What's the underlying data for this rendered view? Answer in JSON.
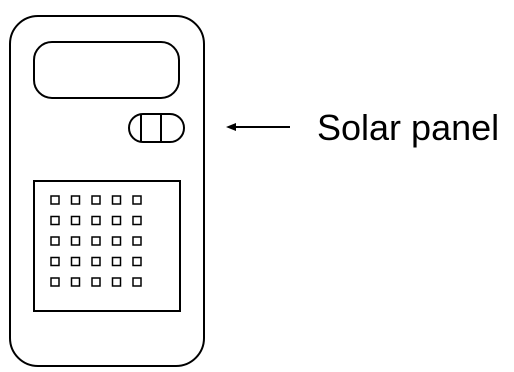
{
  "diagram": {
    "subject": "calculator",
    "callout": {
      "label": "Solar panel",
      "target": "solar-panel"
    },
    "keypad": {
      "rows": 5,
      "cols": 5
    },
    "colors": {
      "stroke": "#000000",
      "background": "#ffffff"
    }
  }
}
